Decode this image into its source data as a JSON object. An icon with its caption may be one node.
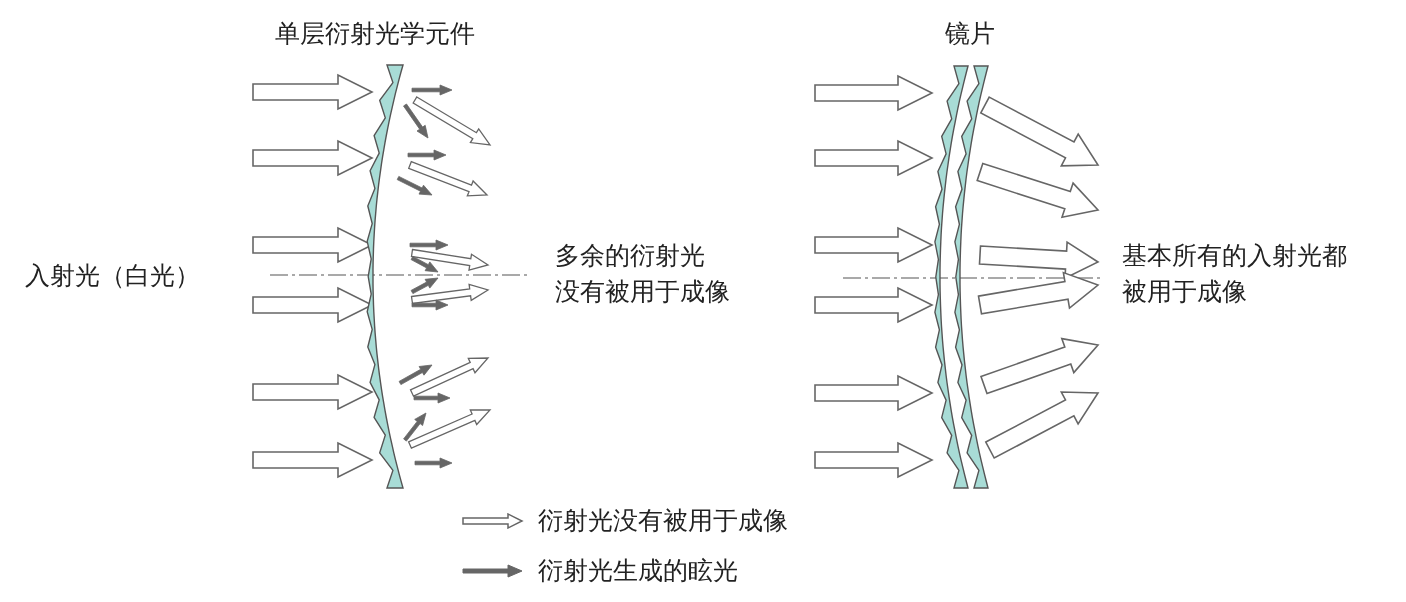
{
  "diagram": {
    "labels": [
      "单层衍射光学元件",
      "镜片",
      "入射光（白光）",
      "多余的衍射光没有被用于成像",
      "基本所有的入射光都被用于成像"
    ],
    "legend": [
      {
        "text": "衍射光没有被用于成像"
      },
      {
        "text": "衍射光生成的眩光"
      }
    ]
  }
}
